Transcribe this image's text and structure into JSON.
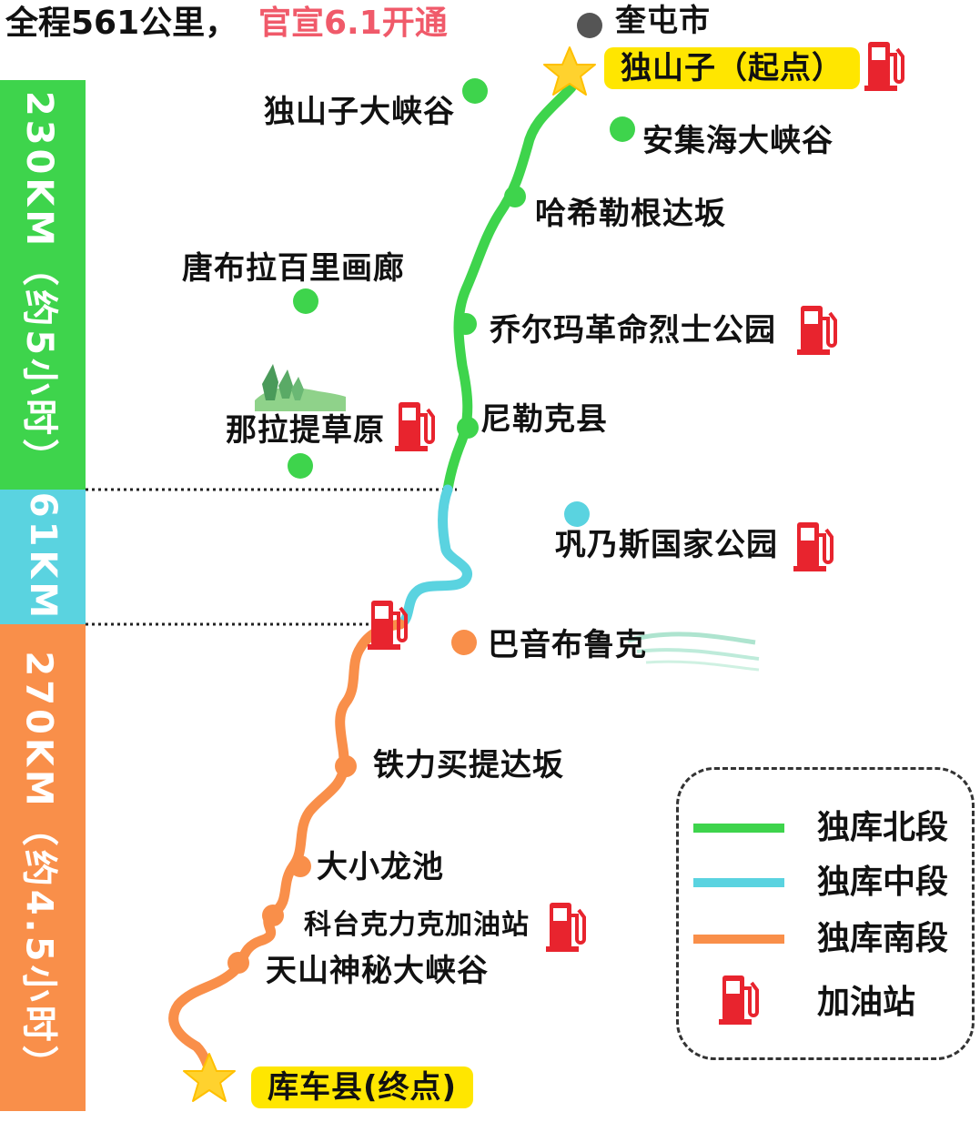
{
  "title": {
    "main": "全程561公里，",
    "accent": "官宣6.1开通"
  },
  "colors": {
    "north": "#3ed44c",
    "middle": "#5ad3e0",
    "south": "#f98f4a",
    "highlight": "#ffe600",
    "fuel": "#e8242e",
    "accent": "#f05a6a",
    "city": "#555555"
  },
  "segments": {
    "north": "230KM（约5小时）",
    "middle": "61KM",
    "south": "270KM（约4.5小时）"
  },
  "places": {
    "kuitun": "奎屯市",
    "start": "独山子（起点）",
    "dushanzi_canyon": "独山子大峡谷",
    "anjihai_canyon": "安集海大峡谷",
    "haxilegen_pass": "哈希勒根达坂",
    "tangbula": "唐布拉百里画廊",
    "qiaoerma": "乔尔玛革命烈士公园",
    "nilka": "尼勒克县",
    "nalati": "那拉提草原",
    "gongnaisi": "巩乃斯国家公园",
    "bayinbuluke": "巴音布鲁克",
    "tielimaiti_pass": "铁力买提达坂",
    "daxiaolongchi": "大小龙池",
    "ketaike_station": "科台克力克加油站",
    "tianshan_canyon": "天山神秘大峡谷",
    "end": "库车县(终点)"
  },
  "legend": {
    "north": "独库北段",
    "middle": "独库中段",
    "south": "独库南段",
    "fuel": "加油站"
  },
  "icons": {
    "start": "star-icon",
    "end": "star-icon",
    "fuel": "fuel-pump-icon",
    "city": "city-dot-icon",
    "poi": "poi-dot-icon",
    "scenery": "grassland-trees-icon"
  }
}
